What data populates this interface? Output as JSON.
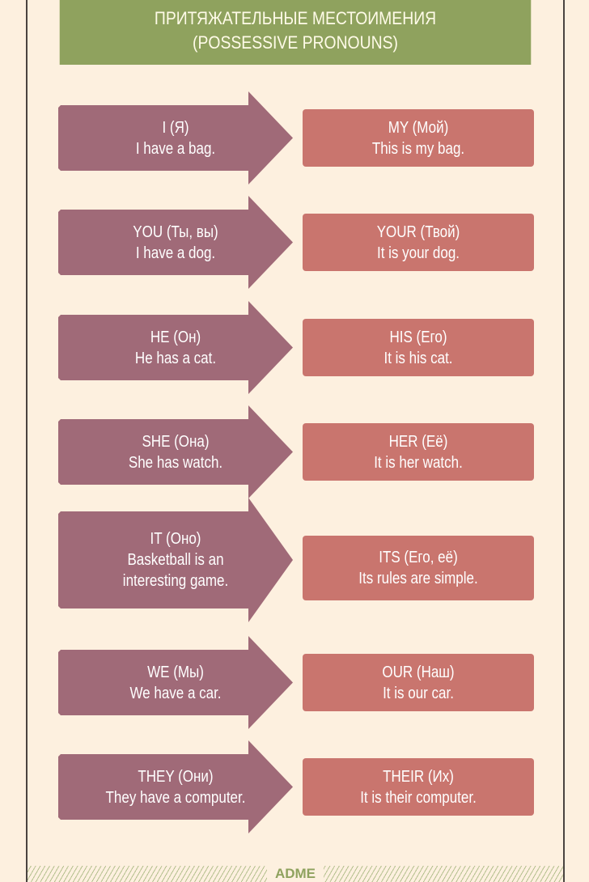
{
  "header": {
    "line1": "ПРИТЯЖАТЕЛЬНЫЕ МЕСТОИМЕНИЯ",
    "line2": "(POSSESSIVE PRONOUNS)"
  },
  "colors": {
    "header": "#8fa25e",
    "arrow": "#a06a78",
    "box": "#c9756e",
    "background": "#fdf0df"
  },
  "rows": [
    {
      "pronoun": "I (Я)",
      "example": "I have a bag.",
      "possessive": "MY (Мой)",
      "possessive_example": "This is my bag."
    },
    {
      "pronoun": "YOU (Ты, вы)",
      "example": "I have a dog.",
      "possessive": "YOUR (Твой)",
      "possessive_example": "It is your dog."
    },
    {
      "pronoun": "HE (Он)",
      "example": "He has a cat.",
      "possessive": "HIS (Его)",
      "possessive_example": "It is his cat."
    },
    {
      "pronoun": "SHE (Она)",
      "example": "She has watch.",
      "possessive": "HER (Её)",
      "possessive_example": "It is her watch."
    },
    {
      "pronoun": "IT (Оно)",
      "example": "Basketball is an interesting game.",
      "possessive": "ITS (Его, её)",
      "possessive_example": "Its rules are simple."
    },
    {
      "pronoun": "WE (Мы)",
      "example": "We have a car.",
      "possessive": "OUR (Наш)",
      "possessive_example": "It is our car."
    },
    {
      "pronoun": "THEY (Они)",
      "example": "They have a computer.",
      "possessive": "THEIR (Их)",
      "possessive_example": "It is their computer."
    }
  ],
  "footer": {
    "brand": "ADME"
  }
}
